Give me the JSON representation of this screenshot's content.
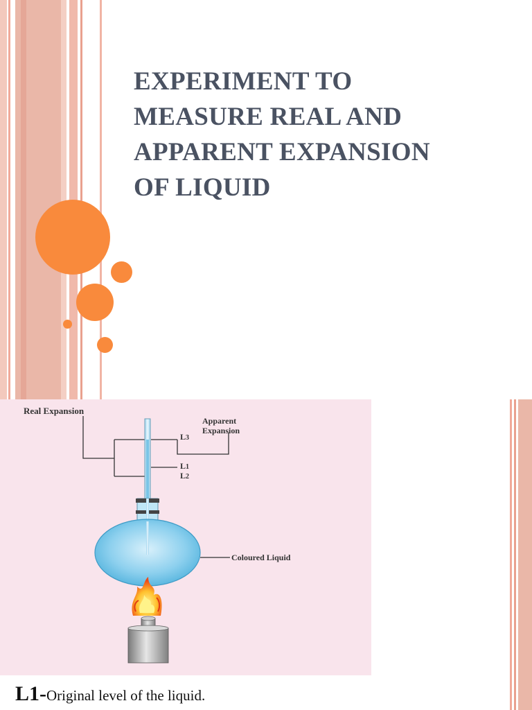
{
  "slide": {
    "title_lines": [
      "EXPERIMENT TO",
      "MEASURE REAL AND",
      "APPARENT EXPANSION",
      "OF LIQUID"
    ],
    "accent_color": "#f98a3c",
    "title_color": "#4a5262"
  },
  "diagram": {
    "real_expansion": "Real Expansion",
    "apparent_line1": "Apparent",
    "apparent_line2": "Expansion",
    "level_l3": "L",
    "level_l3_sub": "3",
    "level_l1": "L",
    "level_l1_sub": "1",
    "level_l2": "L",
    "level_l2_sub": "2",
    "coloured_liquid": "Coloured Liquid",
    "background_color": "#f9e4ec"
  },
  "caption": {
    "term": "L1-",
    "definition": "Original level of the liquid."
  }
}
